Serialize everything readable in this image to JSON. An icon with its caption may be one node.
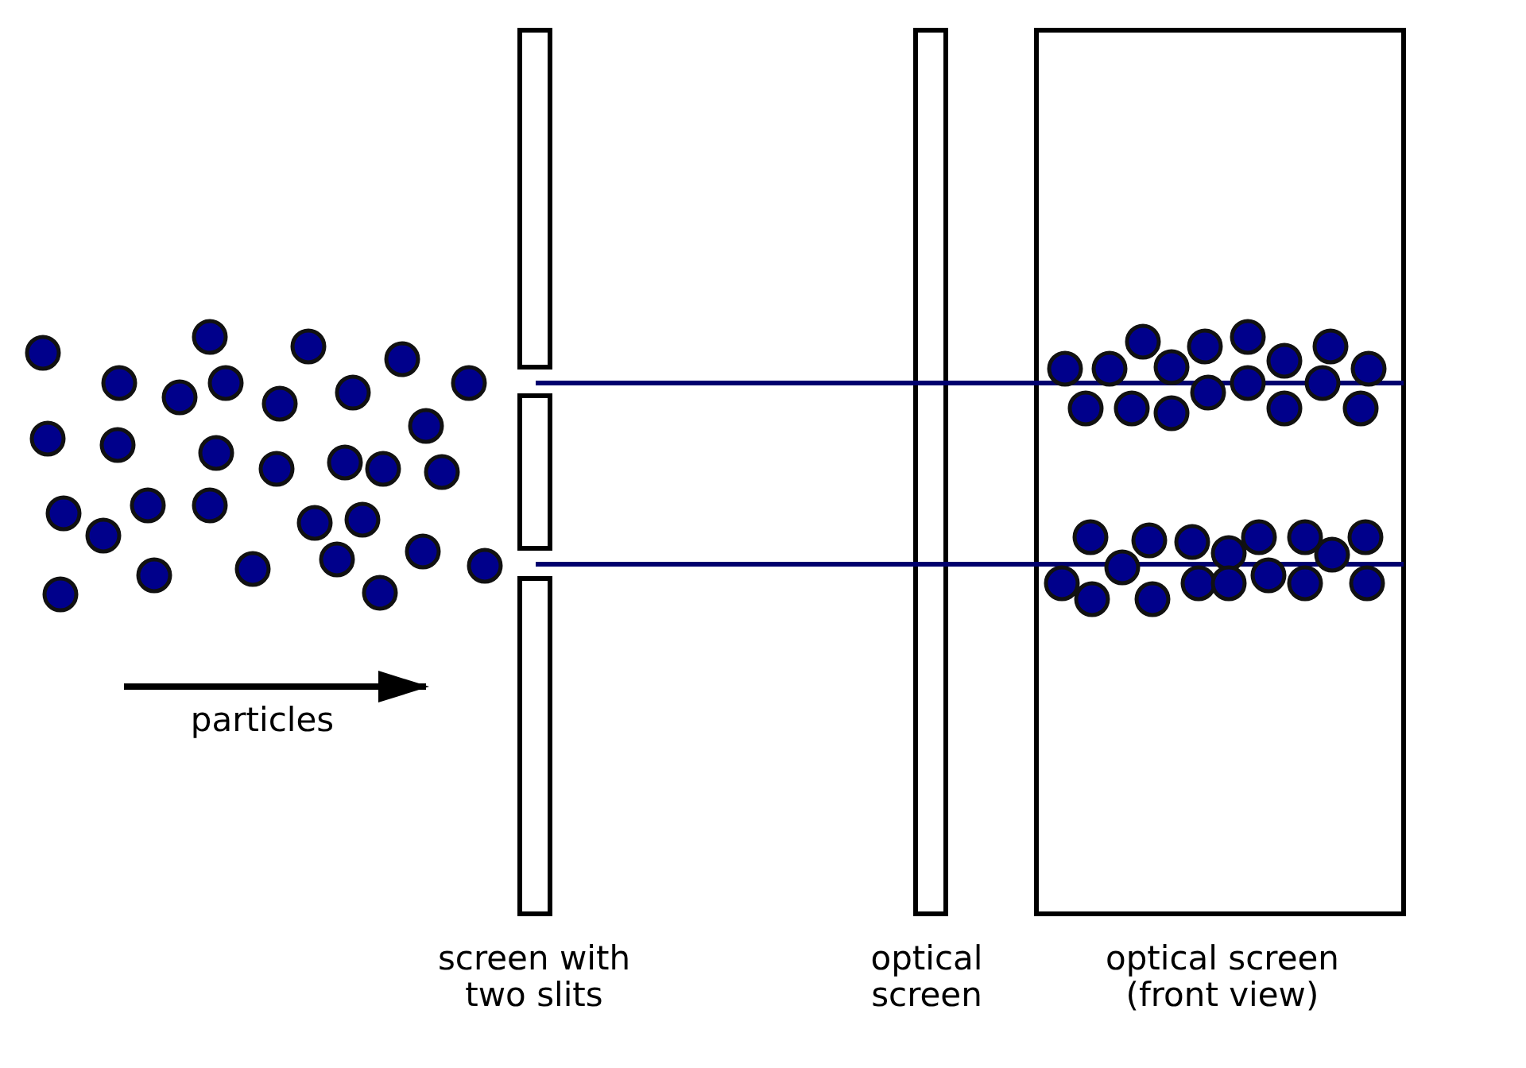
{
  "diagram": {
    "labels": [
      "particles",
      "screen with two slits",
      "optical screen",
      "optical screen (front view)"
    ]
  }
}
